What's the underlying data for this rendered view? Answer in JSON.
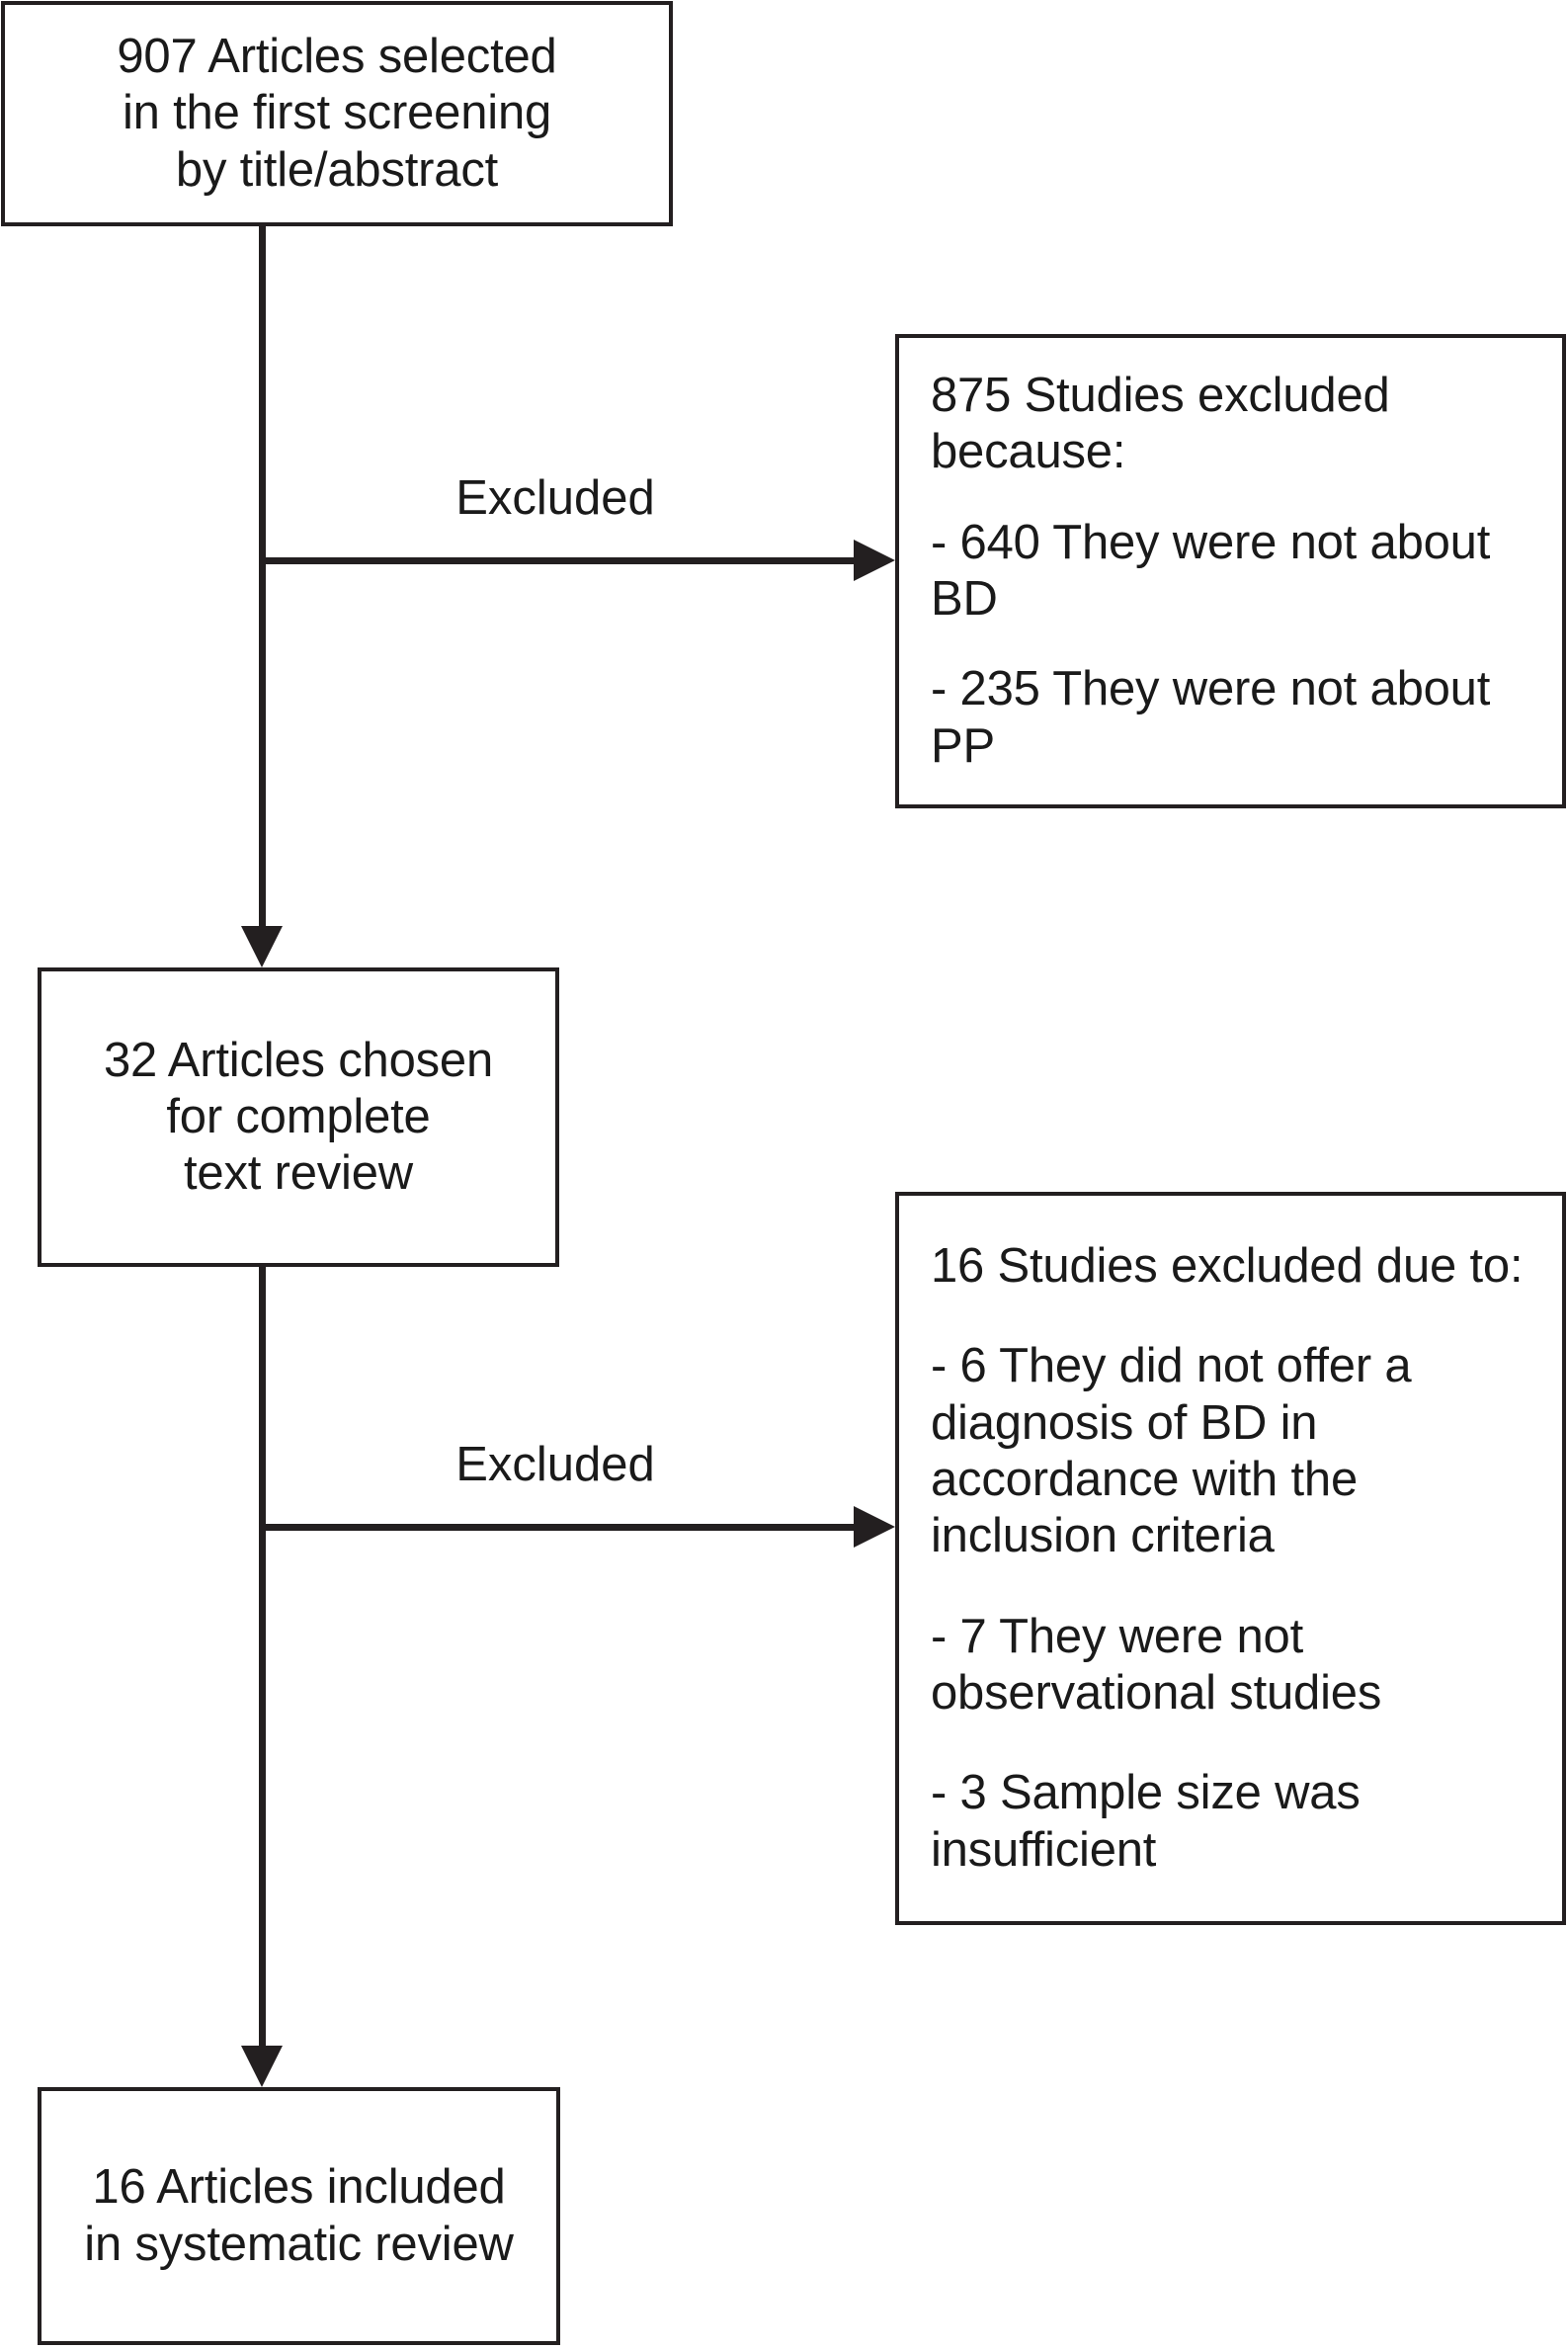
{
  "diagram": {
    "type": "prisma-flow-diagram",
    "nodes": {
      "screening": {
        "lines": [
          "907 Articles selected",
          "in the first screening",
          "by title/abstract"
        ]
      },
      "excluded_1": {
        "heading": "875 Studies excluded because:",
        "reasons": [
          "- 640 They were not about BD",
          "- 235 They were not about PP"
        ]
      },
      "fulltext": {
        "lines": [
          "32 Articles chosen",
          "for complete",
          "text review"
        ]
      },
      "excluded_2": {
        "heading": "16 Studies excluded due to:",
        "reasons": [
          "- 6 They did not offer a diagnosis of BD in accordance with the inclusion criteria",
          "- 7 They were not observational studies",
          "- 3 Sample size was insufficient"
        ]
      },
      "included": {
        "lines": [
          "16 Articles included",
          "in systematic review"
        ]
      }
    },
    "edges": {
      "exclusion_label_1": "Excluded",
      "exclusion_label_2": "Excluded"
    },
    "colors": {
      "stroke": "#231f20",
      "text": "#1a1a1a",
      "background": "#ffffff"
    }
  }
}
